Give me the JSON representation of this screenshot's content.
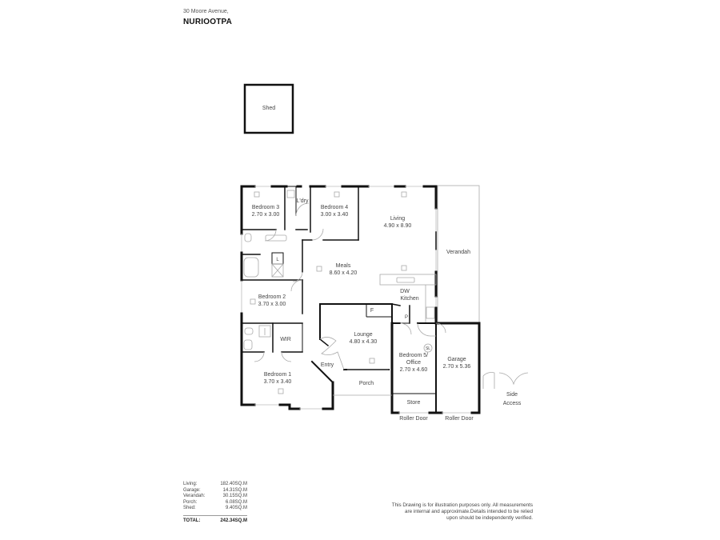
{
  "header": {
    "address": "30 Moore Avenue,",
    "suburb": "NURIOOTPA"
  },
  "rooms": {
    "shed": {
      "name": "Shed"
    },
    "bedroom3": {
      "name": "Bedroom 3",
      "dims": "2.70 x 3.00"
    },
    "laundry": {
      "name": "L'dry"
    },
    "bedroom4": {
      "name": "Bedroom 4",
      "dims": "3.00 x 3.40"
    },
    "living": {
      "name": "Living",
      "dims": "4.90 x 8.90"
    },
    "verandah": {
      "name": "Verandah"
    },
    "meals": {
      "name": "Meals",
      "dims": "8.60 x 4.20"
    },
    "kitchen": {
      "name": "Kitchen",
      "dw": "DW"
    },
    "bedroom2": {
      "name": "Bedroom 2",
      "dims": "3.70 x 3.00"
    },
    "wir": {
      "name": "WIR"
    },
    "lounge": {
      "name": "Lounge",
      "dims": "4.80 x 4.30"
    },
    "bedroom5": {
      "name": "Bedroom 5/",
      "name2": "Office",
      "dims": "2.70 x 4.60",
      "sl": "SL"
    },
    "garage": {
      "name": "Garage",
      "dims": "2.70 x 5.36"
    },
    "entry": {
      "name": "Entry"
    },
    "bedroom1": {
      "name": "Bedroom 1",
      "dims": "3.70 x 3.40"
    },
    "porch": {
      "name": "Porch"
    },
    "store": {
      "name": "Store"
    },
    "roller_door_1": {
      "name": "Roller Door"
    },
    "roller_door_2": {
      "name": "Roller Door"
    },
    "side_access": {
      "name": "Side",
      "name2": "Access"
    },
    "fridge": {
      "name": "F"
    },
    "pantry": {
      "name": "P"
    },
    "linen": {
      "name": "L"
    }
  },
  "areas": {
    "rows": [
      {
        "label": "Living:",
        "value": "182.40SQ.M"
      },
      {
        "label": "Garage:",
        "value": "14.31SQ.M"
      },
      {
        "label": "Verandah:",
        "value": "30.15SQ.M"
      },
      {
        "label": "Porch:",
        "value": "6.08SQ.M"
      },
      {
        "label": "Shed:",
        "value": "9.40SQ.M"
      }
    ],
    "total_label": "TOTAL:",
    "total_value": "242.34SQ.M"
  },
  "disclaimer": {
    "line1": "This Drawing is for illustration purposes only. All measurements",
    "line2": "are internal and approximate.Details intended to be relied",
    "line3": "upon should be independently verified."
  }
}
